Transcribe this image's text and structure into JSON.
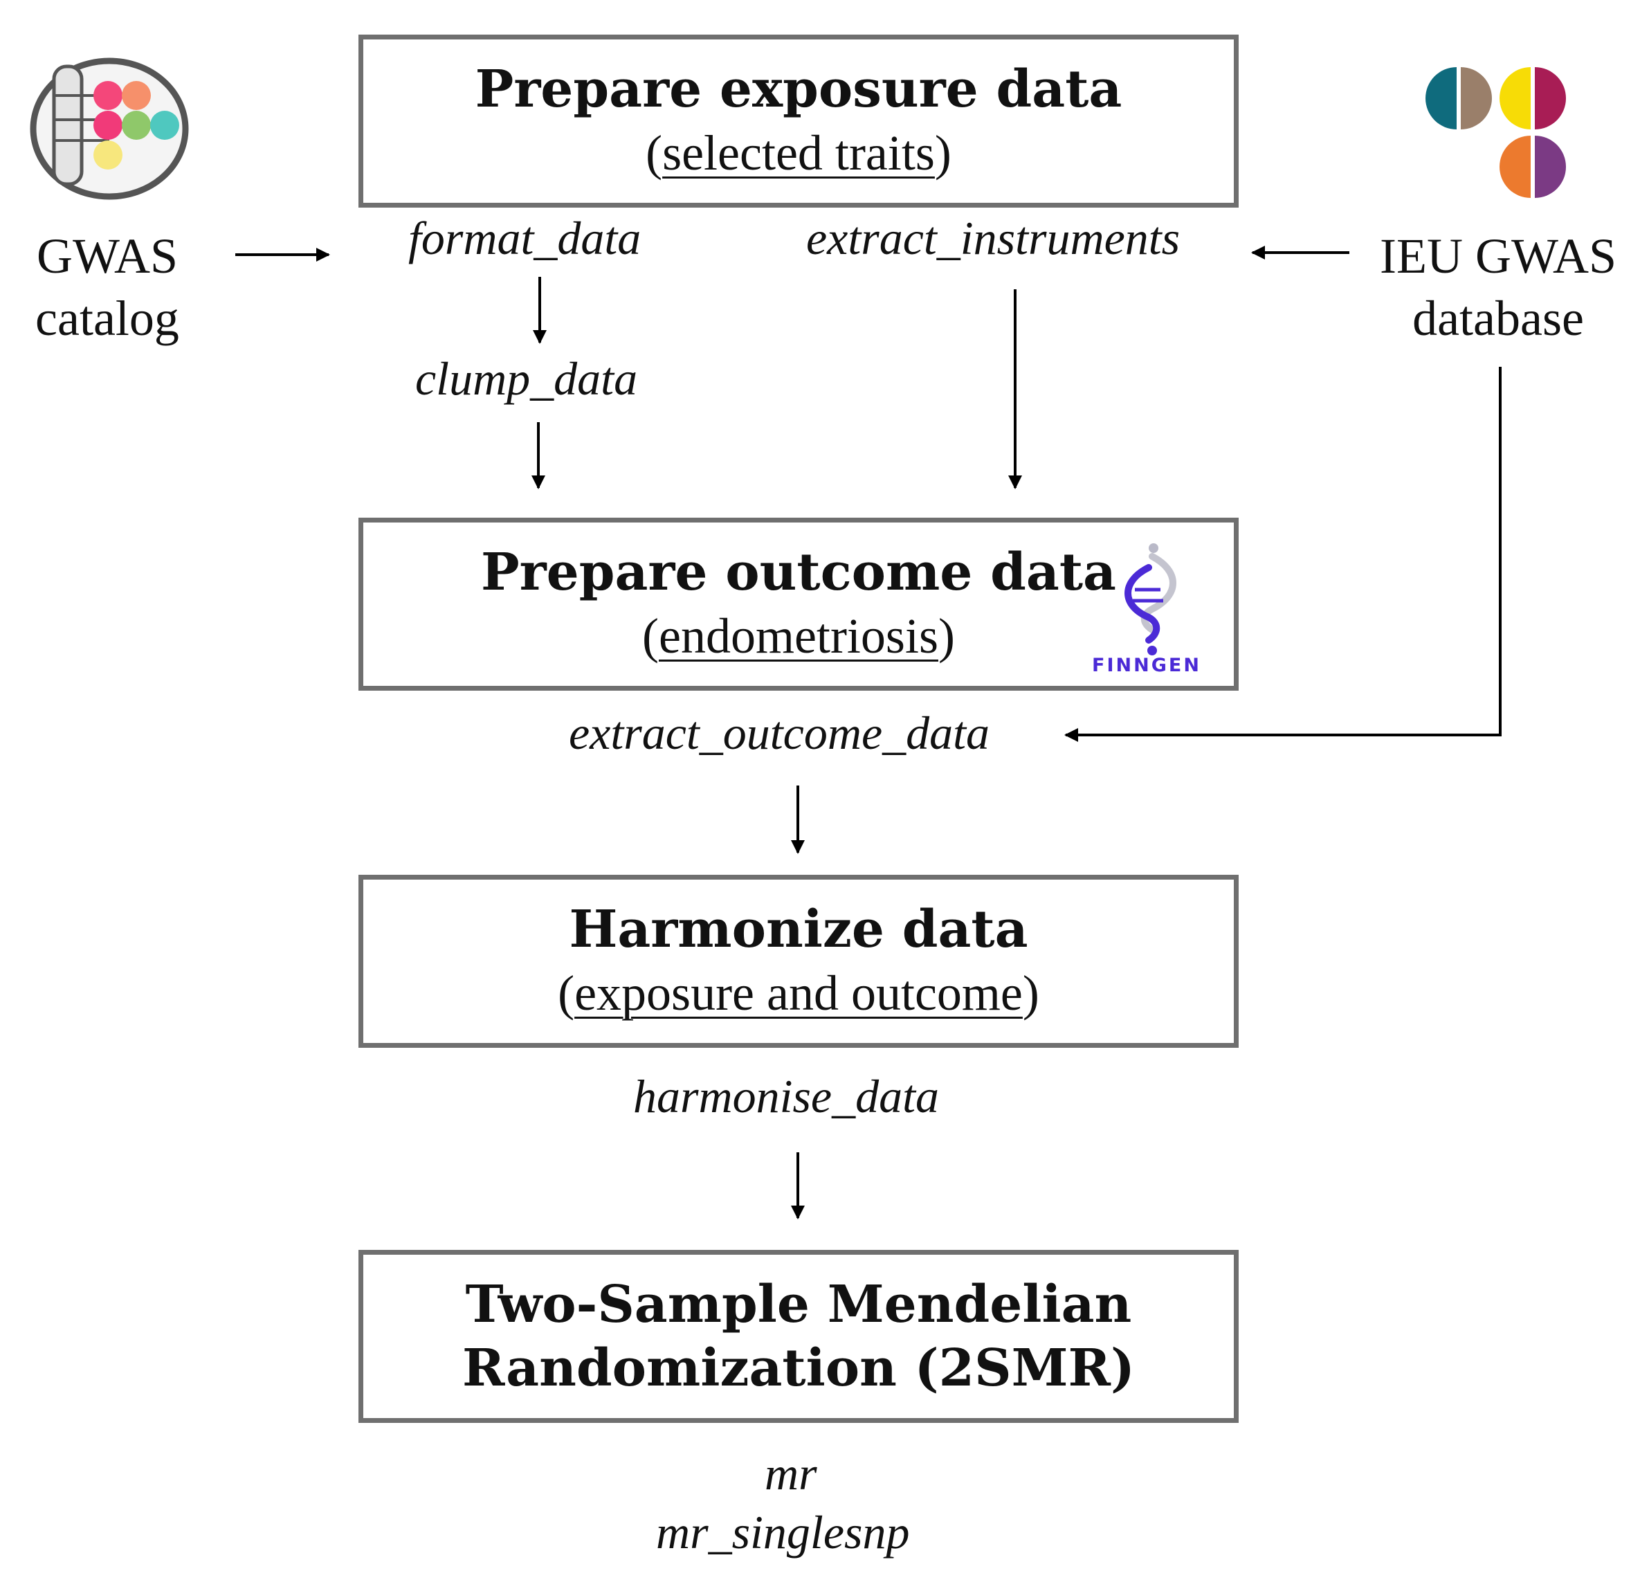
{
  "boxes": {
    "exposure": {
      "title": "Prepare exposure data",
      "sub_open": "(",
      "sub": "selected traits",
      "sub_close": ")"
    },
    "outcome": {
      "title": "Prepare outcome data",
      "sub_open": "(",
      "sub": "endometriosis",
      "sub_close": ")"
    },
    "harmonize": {
      "title": "Harmonize data",
      "sub_open": "(",
      "sub": "exposure and outcome",
      "sub_close": ")"
    },
    "mr": {
      "line1": "Two-Sample Mendelian",
      "line2": "Randomization (2SMR)"
    }
  },
  "functions": {
    "format_data": "format_data",
    "clump_data": "clump_data",
    "extract_instruments": "extract_instruments",
    "extract_outcome_data": "extract_outcome_data",
    "harmonise_data": "harmonise_data",
    "mr": "mr",
    "mr_singlesnp": "mr_singlesnp"
  },
  "sources": {
    "gwas_catalog": {
      "line1": "GWAS",
      "line2": "catalog"
    },
    "ieu": {
      "line1": "IEU GWAS",
      "line2": "database"
    }
  },
  "logos": {
    "finngen_text": "FINNGEN",
    "finngen_color": "#4b2ad6",
    "ieu_colors": [
      "#0f6b7d",
      "#9a7f6a",
      "#f7dc06",
      "#a81d55",
      "#ec7a2e",
      "#7b3a84"
    ],
    "gwas_dot_colors": [
      "#f4477a",
      "#f6906b",
      "#f13a79",
      "#8fc86a",
      "#4fc8bf",
      "#f7e77d"
    ]
  }
}
